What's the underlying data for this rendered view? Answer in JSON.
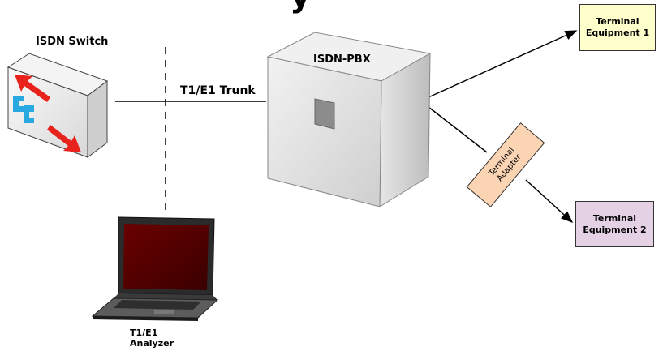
{
  "title_fragment": "y",
  "nodes": {
    "isdn_switch": {
      "label": "ISDN Switch"
    },
    "isdn_pbx": {
      "label": "ISDN-PBX"
    },
    "trunk": {
      "label": "T1/E1 Trunk"
    },
    "terminal_equipment_1": {
      "line1": "Terminal",
      "line2": "Equipment 1"
    },
    "terminal_equipment_2": {
      "line1": "Terminal",
      "line2": "Equipment 2"
    },
    "terminal_adapter": {
      "line1": "Terminal",
      "line2": "Adapter"
    },
    "analyzer": {
      "line1": "T1/E1",
      "line2": "Analyzer"
    }
  },
  "colors": {
    "terminal_equipment_1_fill": "#ffffcc",
    "terminal_equipment_2_fill": "#e4d2e4",
    "terminal_adapter_fill": "#fbd4b4",
    "switch_arrow": "#e8231c",
    "switch_symbol": "#2aa8e0",
    "laptop_screen": "#5a0000"
  }
}
